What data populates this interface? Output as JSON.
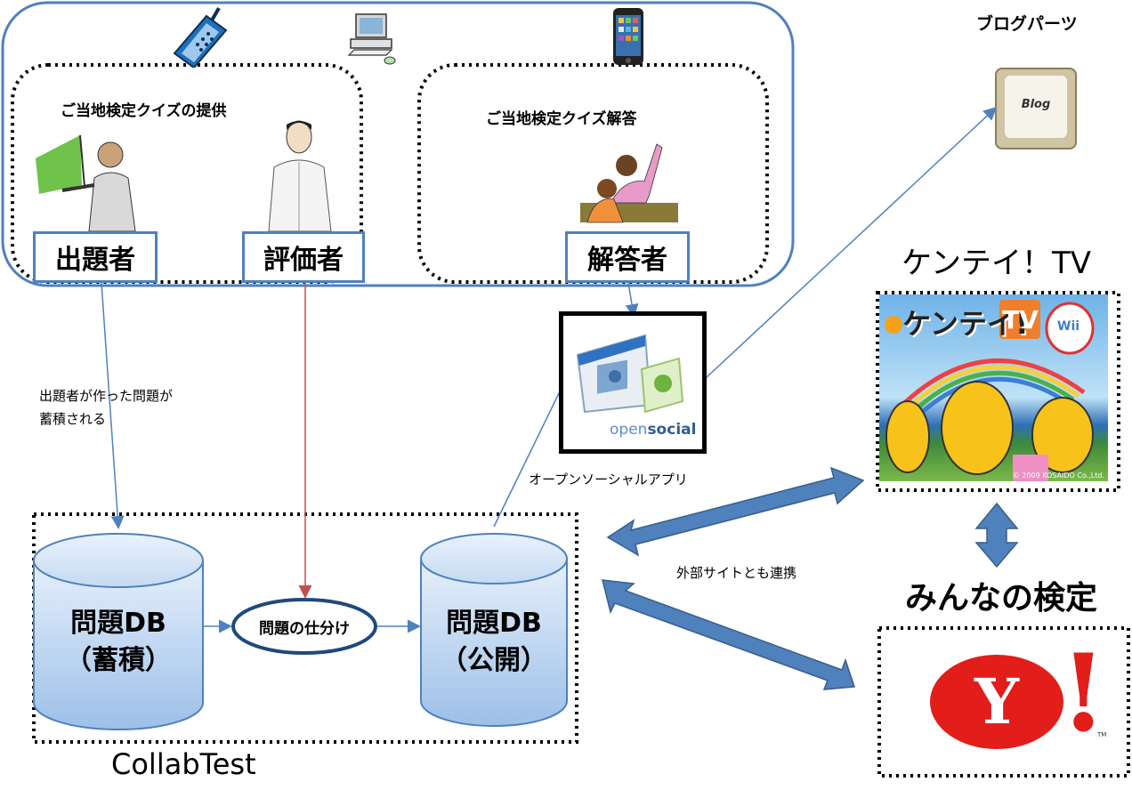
{
  "quiz_provision": {
    "title": "ご当地検定クイズの提供"
  },
  "quiz_answer": {
    "title": "ご当地検定クイズ解答"
  },
  "roles": {
    "author": "出題者",
    "evaluator": "評価者",
    "answerer": "解答者"
  },
  "blog_parts": {
    "title": "ブログパーツ",
    "key_label": "Blog"
  },
  "kentei_tv": {
    "title": "ケンテイ！TV",
    "logo_text": "ケンテイ!",
    "logo_tv": "TV",
    "balloon_text": "Wii",
    "copyright": "© 2009 KOSAIDO Co.,Ltd."
  },
  "minna_kentei": {
    "title": "みんなの検定"
  },
  "yahoo": {
    "letter": "Y",
    "mark": "!",
    "tm": "TM"
  },
  "opensocial": {
    "word_open": "open",
    "word_social": "social",
    "caption": "オープンソーシャルアプリ"
  },
  "notes": {
    "author_note_line1": "出題者が作った問題が",
    "author_note_line2": "蓄積される",
    "external_note": "外部サイトとも連携"
  },
  "collabtest": {
    "title": "CollabTest",
    "db_storage_line1": "問題DB",
    "db_storage_line2": "（蓄積）",
    "sorting": "問題の仕分け",
    "db_public_line1": "問題DB",
    "db_public_line2": "（公開）"
  },
  "colors": {
    "frame_blue": "#4f81bd",
    "arrow_red": "#c0504d",
    "cylinder_top": "#dce9f9",
    "cylinder_bottom": "#9cbfe6"
  }
}
